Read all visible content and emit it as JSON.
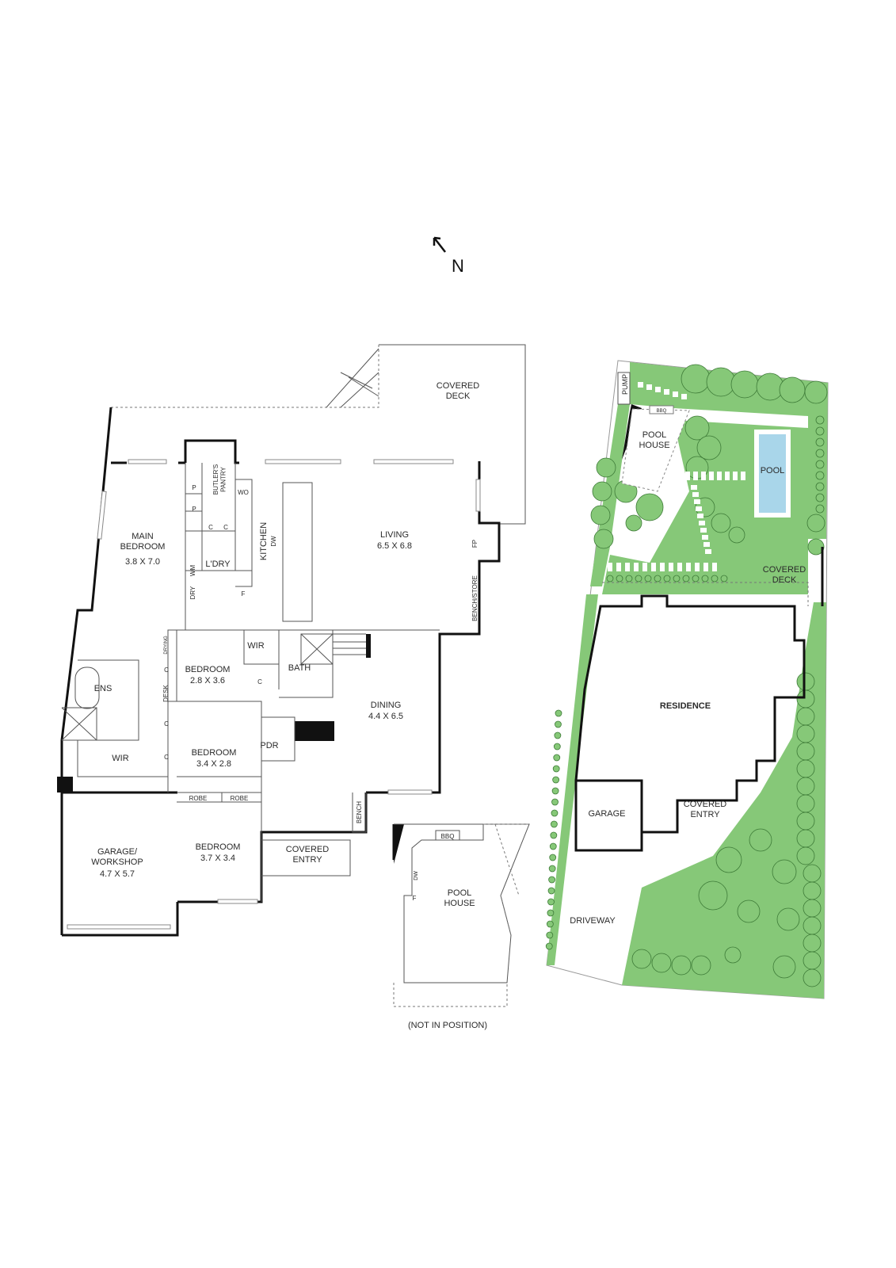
{
  "compass": {
    "label": "N",
    "icon": "north-arrow-icon"
  },
  "floor_plan": {
    "rooms": {
      "covered_deck_top": "COVERED\nDECK",
      "main_bedroom": {
        "name": "MAIN\nBEDROOM",
        "size": "3.8 X 7.0"
      },
      "butlers_pantry": "BUTLER'S\nPANTRY",
      "kitchen": "KITCHEN",
      "living": {
        "name": "LIVING",
        "size": "6.5 X 6.8"
      },
      "ldry": "L'DRY",
      "ens": "ENS",
      "wir_main": "WIR",
      "bedroom2": {
        "name": "BEDROOM",
        "size": "2.8 X 3.6"
      },
      "wir_bed2": "WIR",
      "bath": "BATH",
      "dining": {
        "name": "DINING",
        "size": "4.4 X 6.5"
      },
      "bedroom3": {
        "name": "BEDROOM",
        "size": "3.4 X 2.8"
      },
      "pdr": "PDR",
      "bedroom4": {
        "name": "BEDROOM",
        "size": "3.7 X 3.4"
      },
      "garage": {
        "name": "GARAGE/\nWORKSHOP",
        "size": "4.7 X 5.7"
      },
      "covered_entry": "COVERED\nENTRY"
    },
    "fixtures": {
      "p1": "P",
      "p2": "P",
      "c1": "C",
      "c2": "C",
      "wo": "WO",
      "dw": "DW",
      "dry": "DRY",
      "wm": "WM",
      "f": "F",
      "fp": "FP",
      "bench_store": "BENCH/STORE",
      "drying": "DRYING",
      "c_hall1": "C",
      "desk": "DESK",
      "c_hall2": "C",
      "c_hall3": "C",
      "c_bed2": "C",
      "robe1": "ROBE",
      "robe2": "ROBE",
      "bench": "BENCH"
    }
  },
  "pool_house_plan": {
    "name": "POOL\nHOUSE",
    "bbq": "BBQ",
    "dw": "DW",
    "f": "F",
    "note": "(NOT IN POSITION)"
  },
  "site_plan": {
    "labels": {
      "pump": "PUMP",
      "bbq": "BBQ",
      "pool_house": "POOL\nHOUSE",
      "pool": "POOL",
      "covered_deck": "COVERED\nDECK",
      "residence": "RESIDENCE",
      "garage": "GARAGE",
      "covered_entry": "COVERED\nENTRY",
      "driveway": "DRIVEWAY"
    },
    "colors": {
      "lawn": "#86c878",
      "tree_outline": "#3d7a37",
      "pool": "#a9d6ea",
      "wall": "#111111"
    }
  }
}
